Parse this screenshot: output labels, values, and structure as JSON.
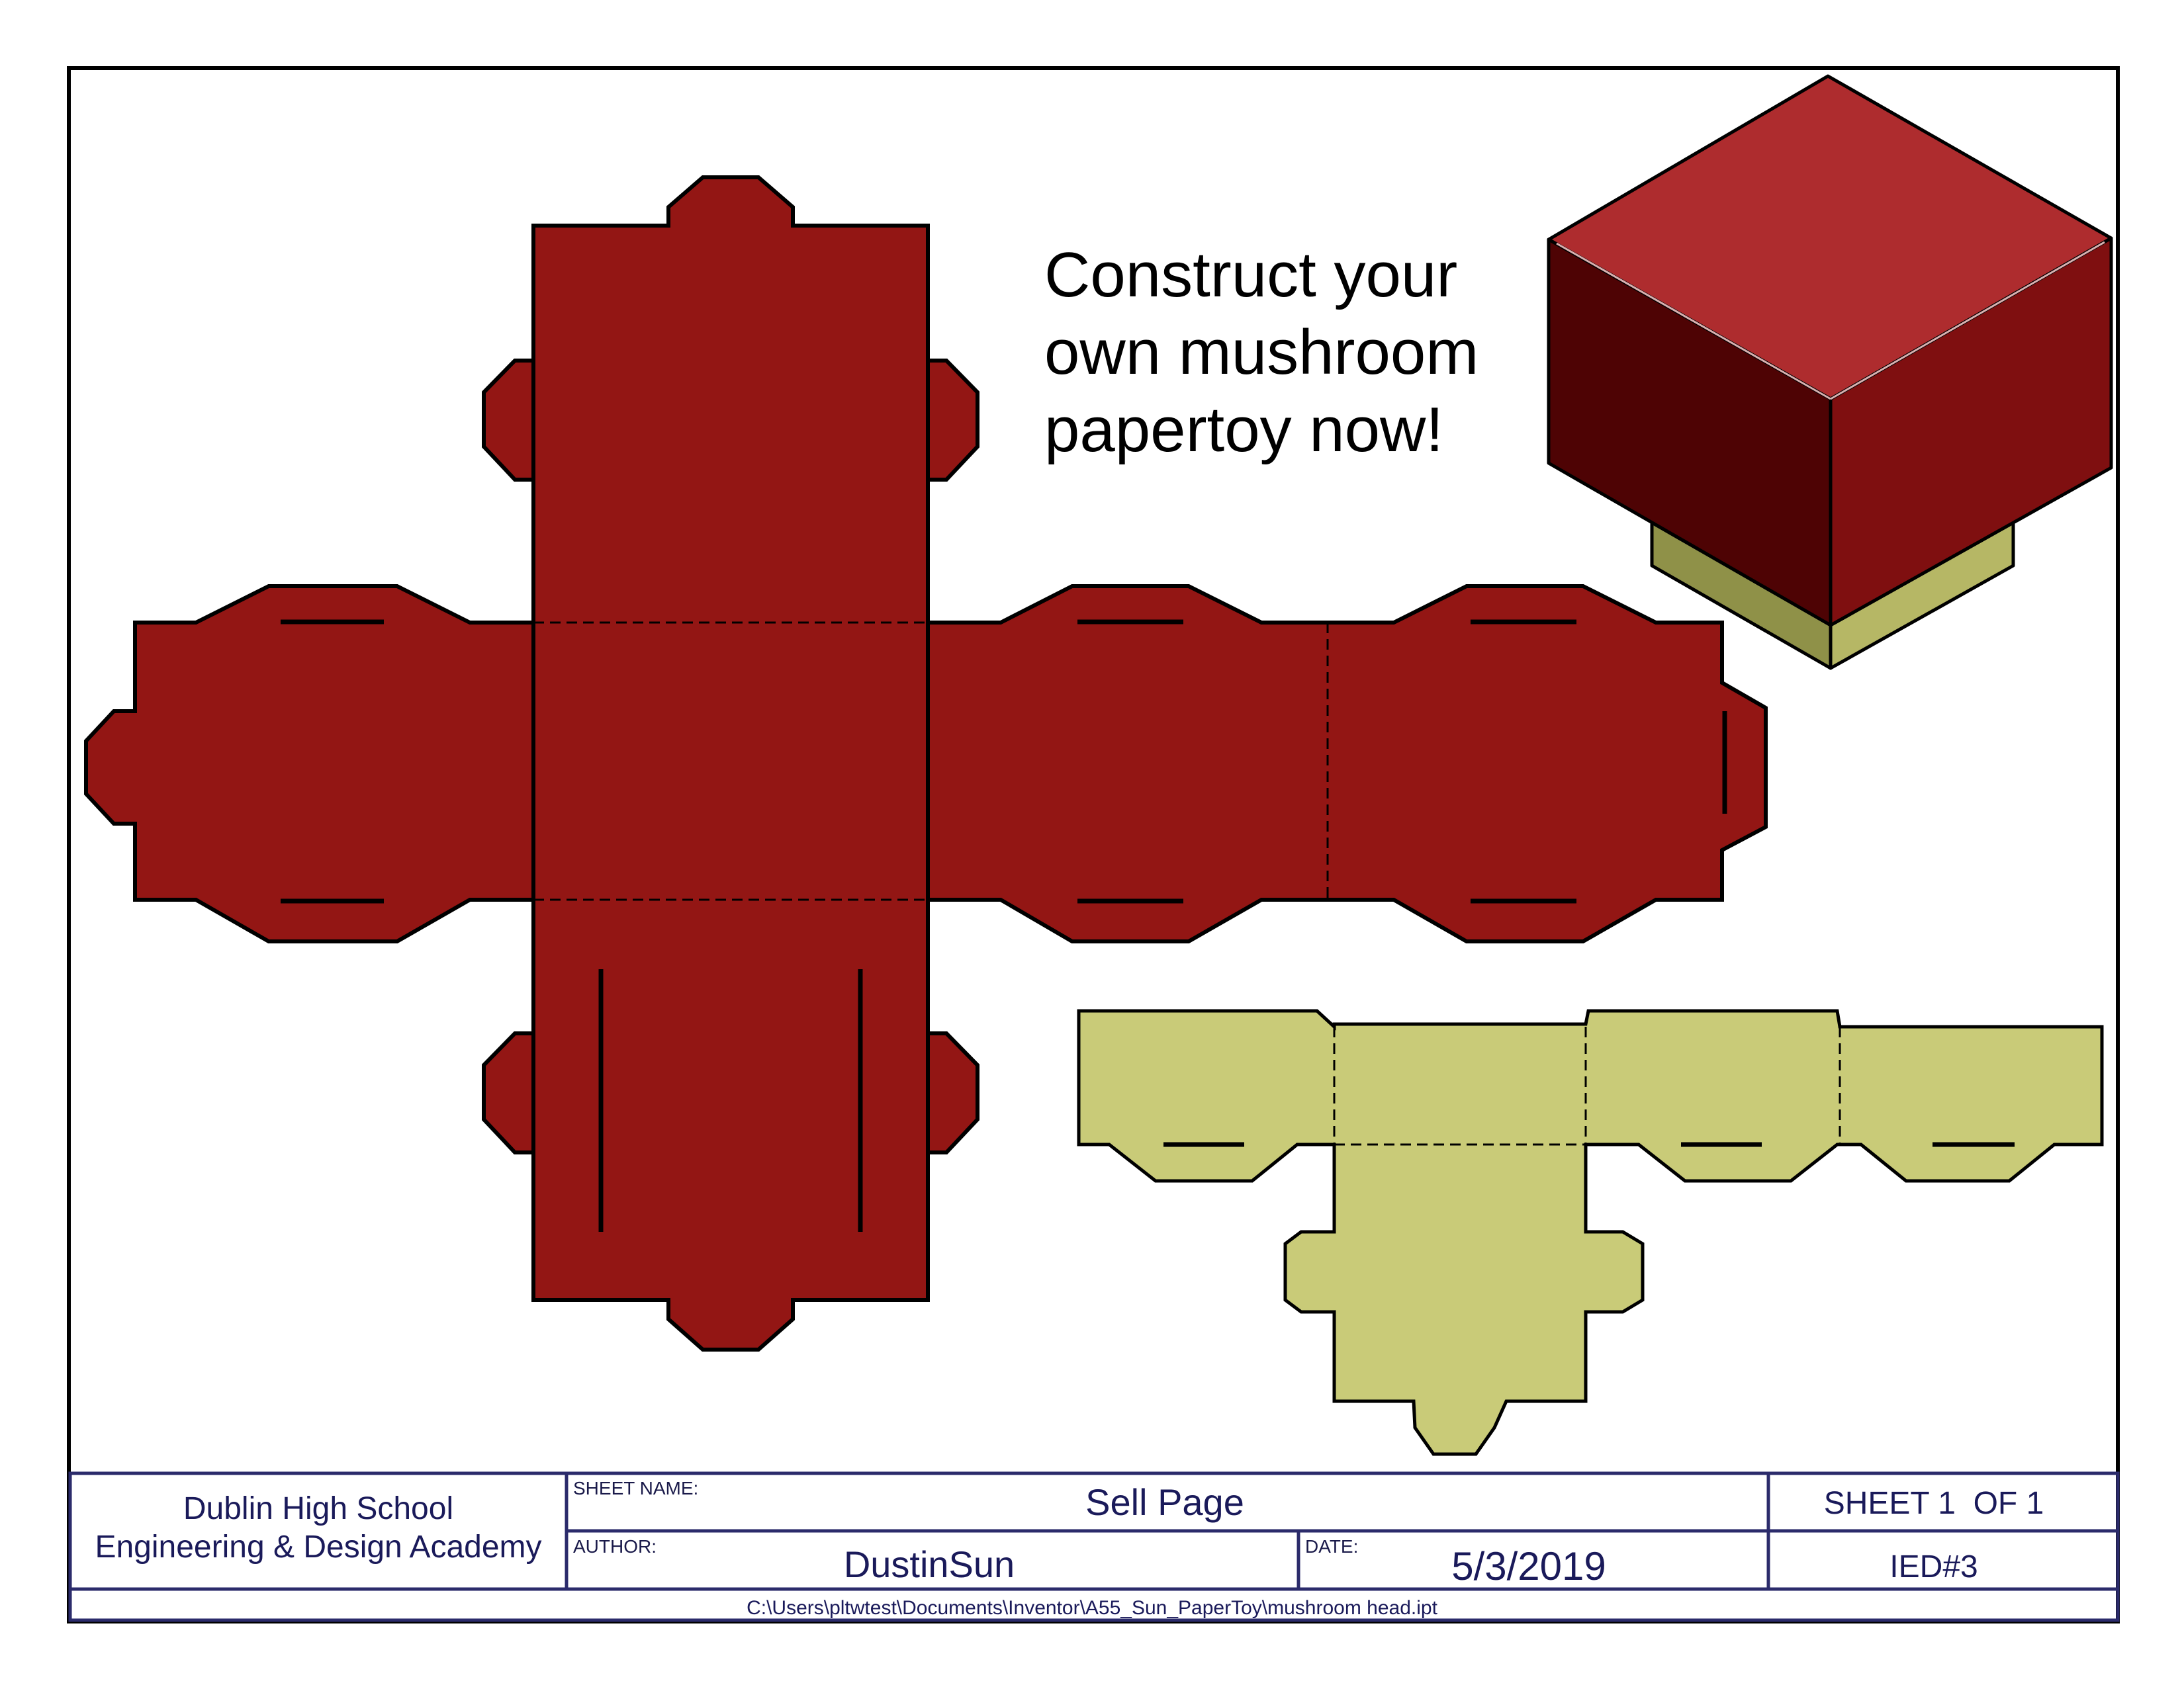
{
  "caption": {
    "line1": "Construct your",
    "line2": "own mushroom",
    "line3": "papertoy now!"
  },
  "title_block": {
    "school_line1": "Dublin High School",
    "school_line2": "Engineering & Design Academy",
    "sheet_name_label": "SHEET NAME:",
    "sheet_name": "Sell Page",
    "sheet_number": "SHEET 1  OF 1",
    "author_label": "AUTHOR:",
    "author": "DustinSun",
    "date_label": "DATE:",
    "date": "5/3/2019",
    "project_id": "IED#3",
    "file_path": "C:\\Users\\pltwtest\\Documents\\Inventor\\A55_Sun_PaperToy\\mushroom head.ipt"
  },
  "colors": {
    "cap_red": "#931614",
    "stem_yellow": "#c9cb78",
    "cube_top": "#ae2c2e",
    "cube_left": "#4e0304",
    "cube_right": "#7f0f10",
    "stem_3d_left": "#8f9148",
    "stem_3d_right": "#b6b765",
    "title_block_border": "#2b2b6b"
  }
}
